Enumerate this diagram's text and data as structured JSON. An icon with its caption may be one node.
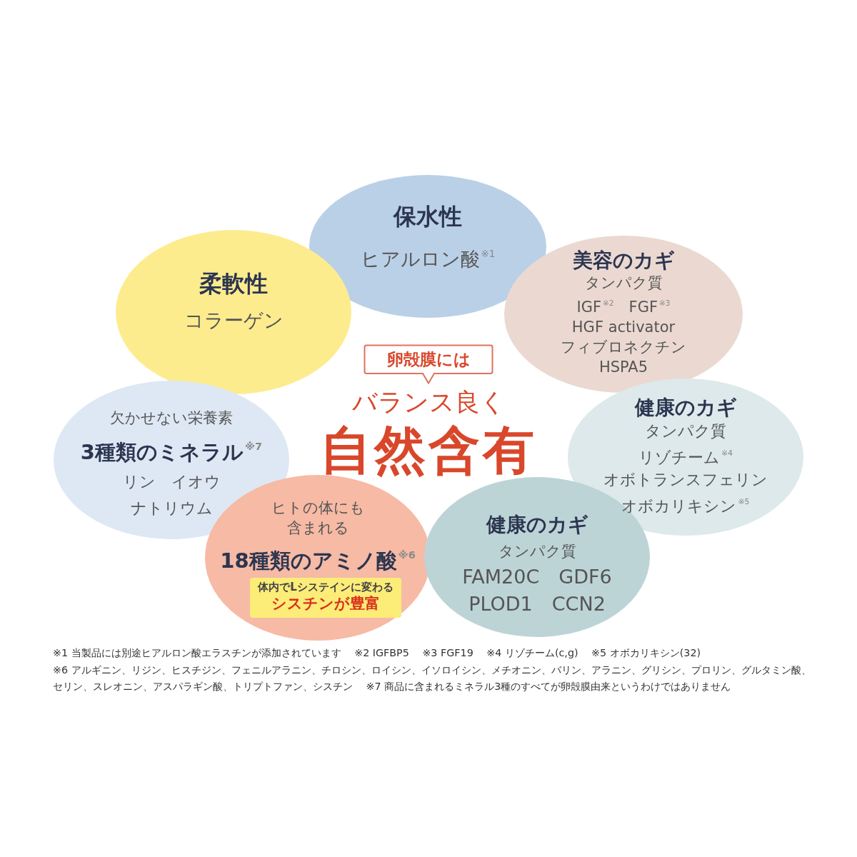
{
  "diagram": {
    "nodes": [
      {
        "text": [
          "保水性",
          "ヒアルロン酸$^{※1}$"
        ]
      },
      {
        "text": [
          "柔軟性",
          "コラーゲン"
        ]
      },
      {
        "text": [
          "美容のカギ",
          "タンパク質",
          "IGF$^{※2}$　FGF$^{※3}$",
          "HGF activator",
          "フィブロネクチン",
          "HSPA5"
        ]
      },
      {
        "text": [
          "卵殻膜には"
        ]
      },
      {
        "text": [
          "健康のカギ",
          "タンパク質",
          "リゾチーム$^{※4}$",
          "オボトランスフェリン",
          "オボカリキシン$^{※5}$"
        ]
      },
      {
        "text": [
          "欠かせない栄養素",
          "3種類のミネラル$^{※7}$",
          "リン　イオウ",
          "ナトリウム"
        ]
      },
      {
        "text": [
          "ヒトの体にも含まれる",
          "18種類のアミノ酸$^{※6}$"
        ]
      },
      {
        "text": [
          "体内でLシステインに変わる",
          "シスチンが豊富"
        ],
        "in": 6
      },
      {
        "text": [
          "健康のカギ",
          "タンパク質",
          "FAM20C　GDF6",
          "PLOD1　CCN2"
        ]
      }
    ],
    "labels": [
      "バランス良く",
      "自然含有",
      "※1 当製品には別途ヒアルロン酸エラスチンが添加されています",
      "※2 IGFBP5",
      "※3 FGF19",
      "※4 リゾチーム(c,g)",
      "※5 オボカリキシン(32)",
      "※6 アルギニン、リジン、ヒスチジン、フェニルアラニン、チロシン、ロイシン、イソロイシン、メチオニン、バリン、アラニン、グリシン、プロリン、グルタミン酸、セリン、スレオニン、アスパラギン酸、トリプトファン、シスチン",
      "※7 商品に含まれるミネラル3種のすべてが卵殻膜由来というわけではありません"
    ]
  }
}
